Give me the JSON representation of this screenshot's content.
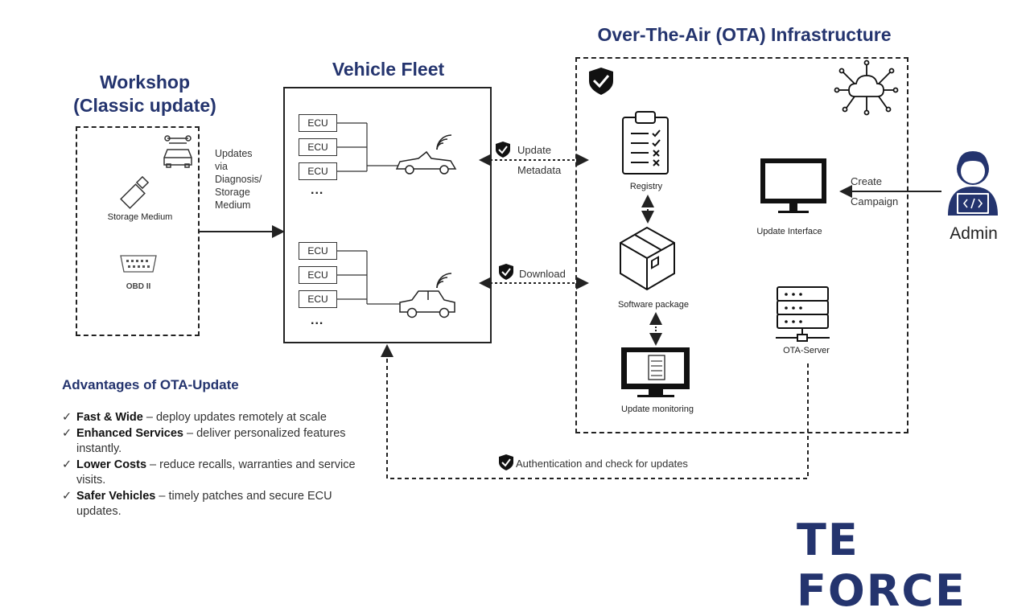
{
  "titles": {
    "workshop_line1": "Workshop",
    "workshop_line2": "(Classic update)",
    "fleet": "Vehicle Fleet",
    "ota": "Over-The-Air (OTA) Infrastructure"
  },
  "workshop": {
    "storage_label": "Storage Medium",
    "obd_label": "OBD II",
    "icons": [
      "car-wrench-icon",
      "usb-stick-icon",
      "obd-port-icon"
    ]
  },
  "workshop_arrow": {
    "lines": [
      "Updates",
      "via",
      "Diagnosis/",
      "Storage",
      "Medium"
    ]
  },
  "fleet": {
    "group1": [
      "ECU",
      "ECU",
      "ECU"
    ],
    "group2": [
      "ECU",
      "ECU",
      "ECU"
    ],
    "more": "...",
    "vehicles": [
      "convertible-car-icon",
      "sedan-car-icon"
    ]
  },
  "connections": {
    "update_line1": "Update",
    "update_line2": "Metadata",
    "download": "Download",
    "auth": "Authentication and check for updates",
    "create_line1": "Create",
    "create_line2": "Campaign"
  },
  "ota": {
    "registry": "Registry",
    "software_package": "Software package",
    "update_monitoring": "Update monitoring",
    "update_interface": "Update Interface",
    "ota_server": "OTA-Server",
    "icons": [
      "shield-check-icon",
      "cloud-network-icon",
      "clipboard-icon",
      "package-icon",
      "monitor-icon",
      "server-icon"
    ]
  },
  "admin": {
    "label": "Admin"
  },
  "advantages": {
    "title": "Advantages of OTA-Update",
    "items": [
      {
        "bold": "Fast & Wide",
        "text": " – deploy updates remotely at scale"
      },
      {
        "bold": "Enhanced Services",
        "text": " – deliver personalized features instantly."
      },
      {
        "bold": "Lower Costs",
        "text": " – reduce recalls, warranties and service visits."
      },
      {
        "bold": "Safer Vehicles",
        "text": " – timely patches and secure ECU updates."
      }
    ]
  },
  "logo": "TE FORCE",
  "colors": {
    "brand": "#24346e",
    "line": "#222222"
  }
}
